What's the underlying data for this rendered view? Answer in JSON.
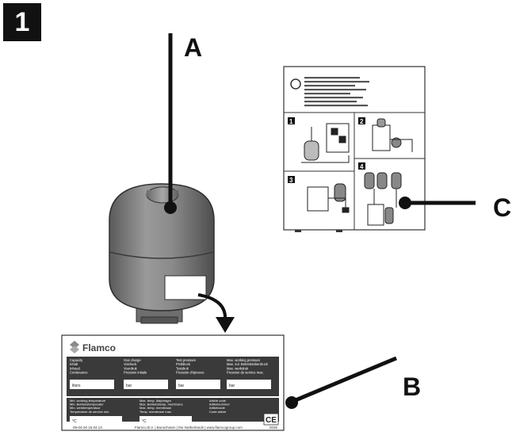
{
  "step_number": "1",
  "callouts": {
    "a": "A",
    "b": "B",
    "c": "C"
  },
  "nameplate": {
    "brand": "Flamco",
    "col1": [
      "Capacity",
      "Inhalt",
      "Inhoud",
      "Contenance"
    ],
    "col2": [
      "Gas charge",
      "Vordruck",
      "Voordruk",
      "Pression initiale"
    ],
    "col3": [
      "Test pressure",
      "Prüfdruck",
      "Testdruk",
      "Pression d'épreuve"
    ],
    "col4": [
      "Max. working pressure",
      "Max. zul. Betriebsüberdruck",
      "Max. werkdruk",
      "Pression de service max."
    ],
    "value_boxes": [
      "liters",
      "bar",
      "bar",
      "bar"
    ],
    "temps_col1": [
      "Min. working temperature",
      "Min. Betriebstemperatur",
      "Min. werktemperatuur",
      "Température de service min."
    ],
    "temps_col2": [
      "Max. temp. diaphragm",
      "Max. Betriebstemp. membrane",
      "Max. temp. membraan",
      "Temp. membrane max."
    ],
    "temps_col3": [
      "Article code",
      "Artikelnummer",
      "Artikelcode",
      "Code article"
    ],
    "unit_boxes": [
      "°C",
      "°C"
    ],
    "ce_mark": "CE",
    "footer_code": "09-04-20 15.04.13",
    "footer_text": "Flamco B.V. | Bunschoten | the Netherlands | www.flamcogroup.com",
    "footer_number": "0036"
  },
  "manual": {
    "steps": [
      "1",
      "2",
      "3",
      "4"
    ]
  }
}
